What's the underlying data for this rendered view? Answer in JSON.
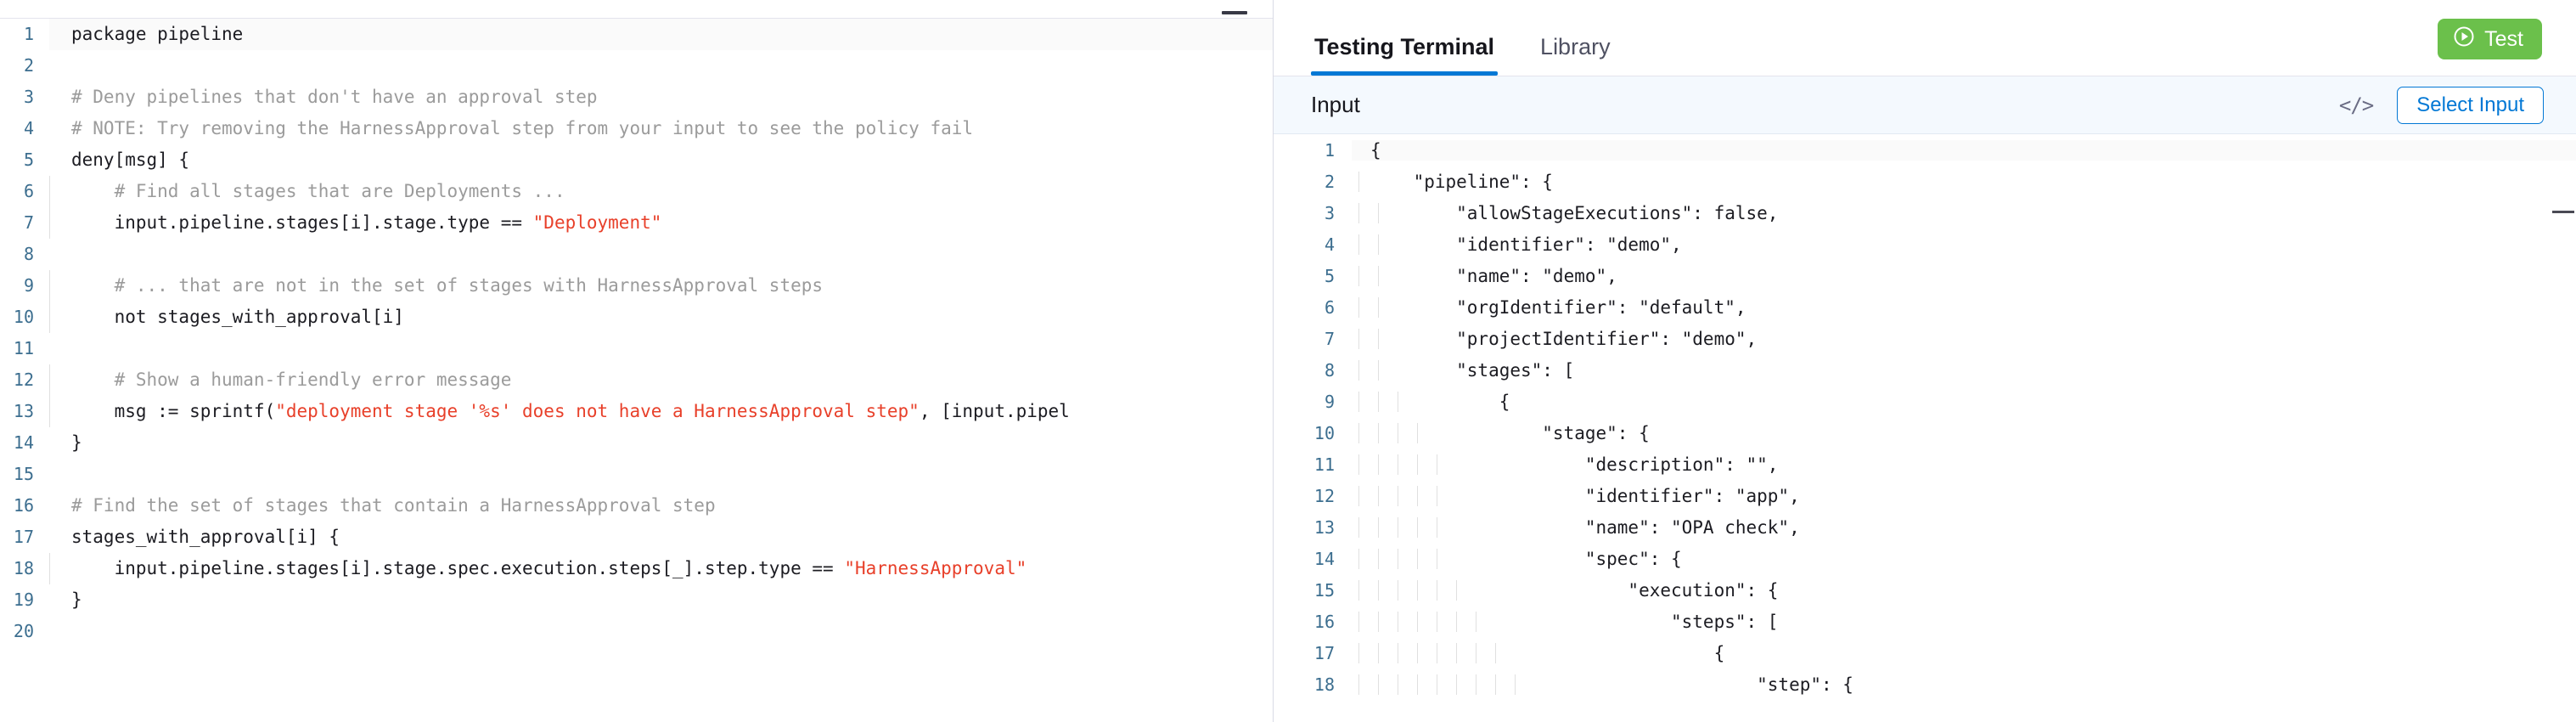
{
  "editor": {
    "minimize_icon": "minimize-icon",
    "language": "rego",
    "lines": [
      {
        "n": "1",
        "segments": [
          {
            "t": "plain",
            "s": "package pipeline"
          }
        ]
      },
      {
        "n": "2",
        "segments": [
          {
            "t": "plain",
            "s": ""
          }
        ]
      },
      {
        "n": "3",
        "segments": [
          {
            "t": "comment",
            "s": "# Deny pipelines that don't have an approval step"
          }
        ]
      },
      {
        "n": "4",
        "segments": [
          {
            "t": "comment",
            "s": "# NOTE: Try removing the HarnessApproval step from your input to see the policy fail"
          }
        ]
      },
      {
        "n": "5",
        "segments": [
          {
            "t": "plain",
            "s": "deny[msg] {"
          }
        ]
      },
      {
        "n": "6",
        "segments": [
          {
            "t": "comment",
            "s": "    # Find all stages that are Deployments ..."
          }
        ]
      },
      {
        "n": "7",
        "segments": [
          {
            "t": "plain",
            "s": "    input.pipeline.stages[i].stage.type == "
          },
          {
            "t": "string",
            "s": "\"Deployment\""
          }
        ]
      },
      {
        "n": "8",
        "segments": [
          {
            "t": "plain",
            "s": ""
          }
        ]
      },
      {
        "n": "9",
        "segments": [
          {
            "t": "comment",
            "s": "    # ... that are not in the set of stages with HarnessApproval steps"
          }
        ]
      },
      {
        "n": "10",
        "segments": [
          {
            "t": "plain",
            "s": "    not stages_with_approval[i]"
          }
        ]
      },
      {
        "n": "11",
        "segments": [
          {
            "t": "plain",
            "s": ""
          }
        ]
      },
      {
        "n": "12",
        "segments": [
          {
            "t": "comment",
            "s": "    # Show a human-friendly error message"
          }
        ]
      },
      {
        "n": "13",
        "segments": [
          {
            "t": "plain",
            "s": "    msg := sprintf("
          },
          {
            "t": "string",
            "s": "\"deployment stage '%s' does not have a HarnessApproval step\""
          },
          {
            "t": "plain",
            "s": ", [input.pipel"
          }
        ]
      },
      {
        "n": "14",
        "segments": [
          {
            "t": "plain",
            "s": "}"
          }
        ]
      },
      {
        "n": "15",
        "segments": [
          {
            "t": "plain",
            "s": ""
          }
        ]
      },
      {
        "n": "16",
        "segments": [
          {
            "t": "comment",
            "s": "# Find the set of stages that contain a HarnessApproval step"
          }
        ]
      },
      {
        "n": "17",
        "segments": [
          {
            "t": "plain",
            "s": "stages_with_approval[i] {"
          }
        ]
      },
      {
        "n": "18",
        "segments": [
          {
            "t": "plain",
            "s": "    input.pipeline.stages[i].stage.spec.execution.steps[_].step.type == "
          },
          {
            "t": "string",
            "s": "\"HarnessApproval\""
          }
        ]
      },
      {
        "n": "19",
        "segments": [
          {
            "t": "plain",
            "s": "}"
          }
        ]
      },
      {
        "n": "20",
        "segments": [
          {
            "t": "plain",
            "s": ""
          }
        ]
      }
    ]
  },
  "terminal": {
    "tabs": [
      {
        "label": "Testing Terminal",
        "active": true
      },
      {
        "label": "Library",
        "active": false
      }
    ],
    "test_button": {
      "label": "Test",
      "icon": "play-circle-icon",
      "color": "#6bc04b"
    },
    "input_bar": {
      "title": "Input",
      "code_toggle_icon": "</>",
      "select_input_label": "Select Input",
      "accent_color": "#0278d5",
      "background": "#f4f9fe"
    },
    "json_lines": [
      {
        "n": "1",
        "text": "{",
        "depth": 0
      },
      {
        "n": "2",
        "text": "    \"pipeline\": {",
        "depth": 1
      },
      {
        "n": "3",
        "text": "        \"allowStageExecutions\": false,",
        "depth": 2
      },
      {
        "n": "4",
        "text": "        \"identifier\": \"demo\",",
        "depth": 2
      },
      {
        "n": "5",
        "text": "        \"name\": \"demo\",",
        "depth": 2
      },
      {
        "n": "6",
        "text": "        \"orgIdentifier\": \"default\",",
        "depth": 2
      },
      {
        "n": "7",
        "text": "        \"projectIdentifier\": \"demo\",",
        "depth": 2
      },
      {
        "n": "8",
        "text": "        \"stages\": [",
        "depth": 2
      },
      {
        "n": "9",
        "text": "            {",
        "depth": 3
      },
      {
        "n": "10",
        "text": "                \"stage\": {",
        "depth": 4
      },
      {
        "n": "11",
        "text": "                    \"description\": \"\",",
        "depth": 5
      },
      {
        "n": "12",
        "text": "                    \"identifier\": \"app\",",
        "depth": 5
      },
      {
        "n": "13",
        "text": "                    \"name\": \"OPA check\",",
        "depth": 5
      },
      {
        "n": "14",
        "text": "                    \"spec\": {",
        "depth": 5
      },
      {
        "n": "15",
        "text": "                        \"execution\": {",
        "depth": 6
      },
      {
        "n": "16",
        "text": "                            \"steps\": [",
        "depth": 7
      },
      {
        "n": "17",
        "text": "                                {",
        "depth": 8
      },
      {
        "n": "18",
        "text": "                                    \"step\": {",
        "depth": 9
      }
    ]
  }
}
